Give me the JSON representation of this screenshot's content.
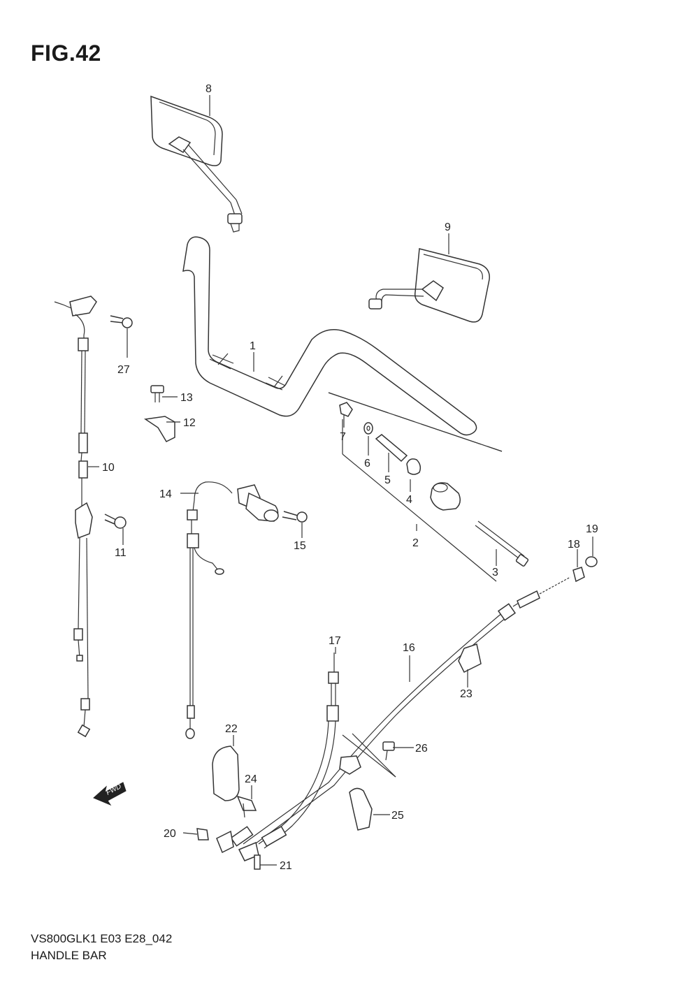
{
  "header": {
    "figure_label": "FIG.42"
  },
  "footer": {
    "model_code": "VS800GLK1 E03 E28_042",
    "section_name": "HANDLE BAR"
  },
  "fwd_badge": {
    "label": "FWD"
  },
  "parts": [
    {
      "id": "p1",
      "label": "1"
    },
    {
      "id": "p2",
      "label": "2"
    },
    {
      "id": "p3",
      "label": "3"
    },
    {
      "id": "p4",
      "label": "4"
    },
    {
      "id": "p5",
      "label": "5"
    },
    {
      "id": "p6",
      "label": "6"
    },
    {
      "id": "p7",
      "label": "7"
    },
    {
      "id": "p8",
      "label": "8"
    },
    {
      "id": "p9",
      "label": "9"
    },
    {
      "id": "p10",
      "label": "10"
    },
    {
      "id": "p11",
      "label": "11"
    },
    {
      "id": "p12",
      "label": "12"
    },
    {
      "id": "p13",
      "label": "13"
    },
    {
      "id": "p14",
      "label": "14"
    },
    {
      "id": "p15",
      "label": "15"
    },
    {
      "id": "p16",
      "label": "16"
    },
    {
      "id": "p17",
      "label": "17"
    },
    {
      "id": "p18",
      "label": "18"
    },
    {
      "id": "p19",
      "label": "19"
    },
    {
      "id": "p20",
      "label": "20"
    },
    {
      "id": "p21",
      "label": "21"
    },
    {
      "id": "p22",
      "label": "22"
    },
    {
      "id": "p23",
      "label": "23"
    },
    {
      "id": "p24",
      "label": "24"
    },
    {
      "id": "p25",
      "label": "25"
    },
    {
      "id": "p26",
      "label": "26"
    },
    {
      "id": "p27",
      "label": "27"
    }
  ]
}
